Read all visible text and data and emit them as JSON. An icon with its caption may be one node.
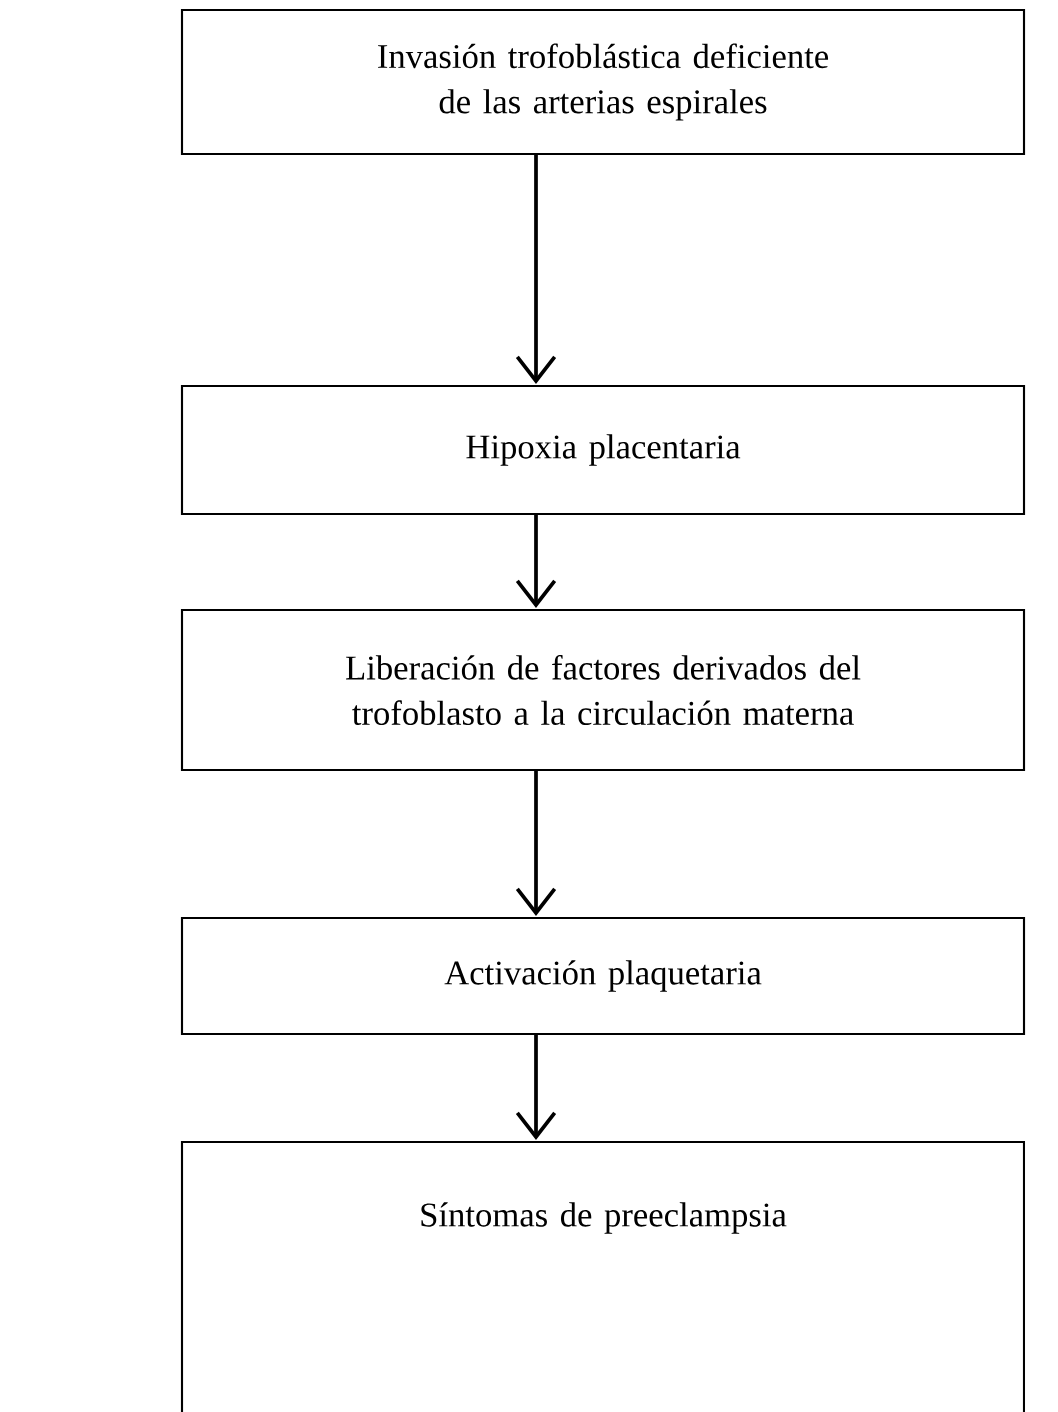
{
  "diagram": {
    "nodes": [
      {
        "text": [
          "Invasión trofoblástica deficiente de las arterias espirales"
        ]
      },
      {
        "text": [
          "Hipoxia placentaria"
        ]
      },
      {
        "text": [
          "Liberación de factores derivados del trofoblasto a la circulación materna"
        ]
      },
      {
        "text": [
          "Activación plaquetaria"
        ]
      },
      {
        "text": [
          "Síntomas de preeclampsia"
        ]
      }
    ],
    "edges": [
      {
        "from": 0,
        "to": 1,
        "arrow": "to"
      },
      {
        "from": 1,
        "to": 2,
        "arrow": "to"
      },
      {
        "from": 2,
        "to": 3,
        "arrow": "to"
      },
      {
        "from": 3,
        "to": 4,
        "arrow": "to"
      }
    ]
  }
}
